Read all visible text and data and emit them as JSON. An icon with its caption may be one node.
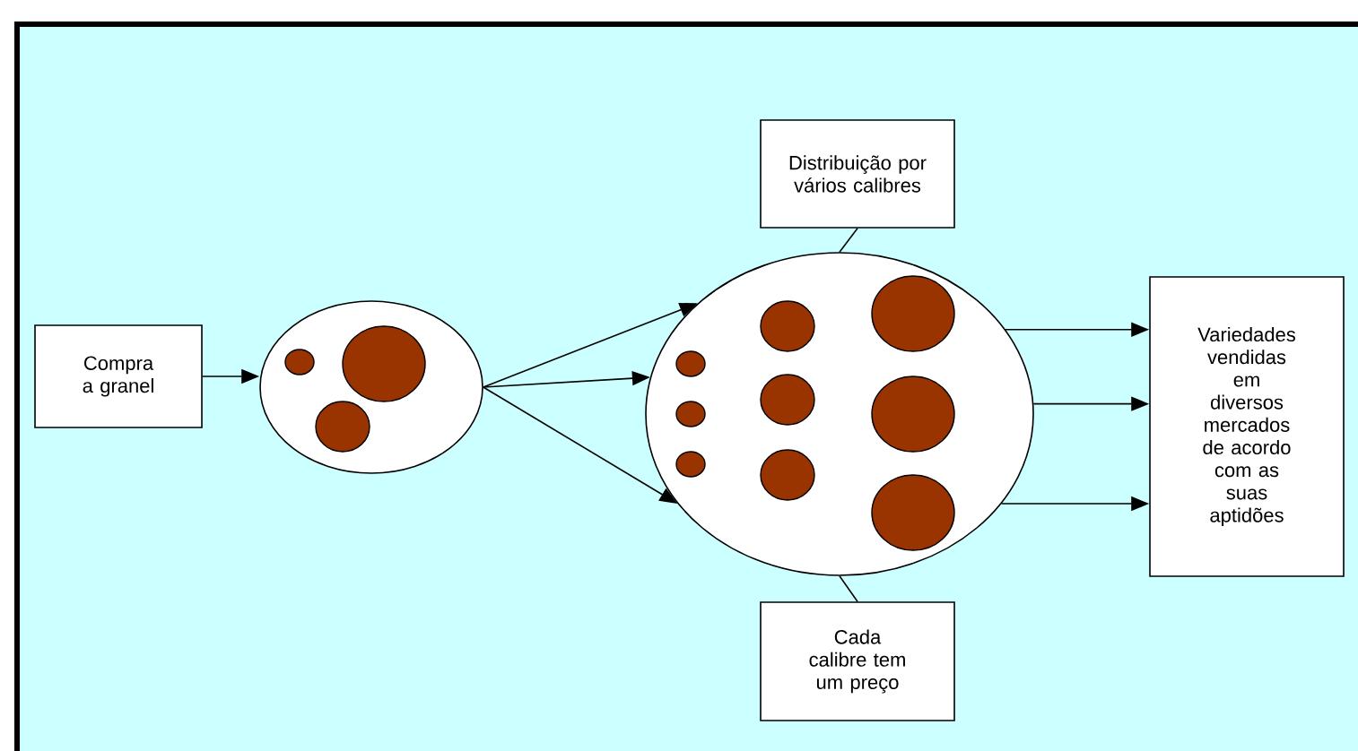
{
  "diagram": {
    "nodes": [
      {
        "text": [
          "Compra a granel"
        ]
      },
      {
        "text": [],
        "shape": "ellipse"
      },
      {
        "text": [],
        "shape": "ellipse"
      },
      {
        "text": [
          "Distribuição por vários calibres"
        ]
      },
      {
        "text": [
          "Cada calibre tem um preço"
        ]
      },
      {
        "text": [
          "Variedades vendidas em diversos mercados de acordo com as suas aptidões"
        ]
      }
    ],
    "edges": [
      {
        "from": 0,
        "to": 1,
        "arrow": "to"
      },
      {
        "from": 1,
        "to": 2,
        "arrow": "to"
      },
      {
        "from": 1,
        "to": 2,
        "arrow": "to"
      },
      {
        "from": 1,
        "to": 2,
        "arrow": "to"
      },
      {
        "from": 2,
        "to": 5,
        "arrow": "to"
      },
      {
        "from": 2,
        "to": 5,
        "arrow": "to"
      },
      {
        "from": 2,
        "to": 5,
        "arrow": "to"
      },
      {
        "from": 3,
        "to": 2,
        "arrow": "none"
      },
      {
        "from": 4,
        "to": 2,
        "arrow": "none"
      }
    ]
  }
}
